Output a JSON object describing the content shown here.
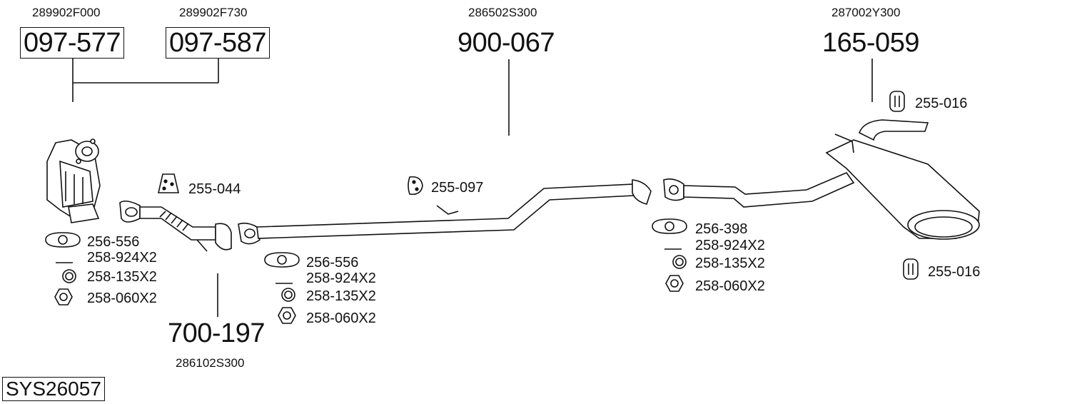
{
  "assembly": {
    "catalyst_a": {
      "oem": "289902F000",
      "part": "097-577"
    },
    "catalyst_b": {
      "oem": "289902F730",
      "part": "097-587"
    },
    "front_pipe": {
      "oem": "286102S300",
      "part": "700-197"
    },
    "middle_pipe": {
      "oem": "286502S300",
      "part": "900-067"
    },
    "rear_silencer": {
      "oem": "287002Y300",
      "part": "165-059"
    }
  },
  "parts": {
    "cat_gasket": "256-556",
    "cat_bolt": "258-924X2",
    "cat_spring": "258-135X2",
    "cat_nut": "258-060X2",
    "front_mount": "255-044",
    "front_gasket": "256-556",
    "front_bolt": "258-924X2",
    "front_spring": "258-135X2",
    "front_nut": "258-060X2",
    "middle_mount": "255-097",
    "rear_gasket": "256-398",
    "rear_bolt": "258-924X2",
    "rear_spring": "258-135X2",
    "rear_nut": "258-060X2",
    "rear_mount_top": "255-016",
    "rear_mount_bottom": "255-016"
  },
  "system_id": "SYS26057"
}
